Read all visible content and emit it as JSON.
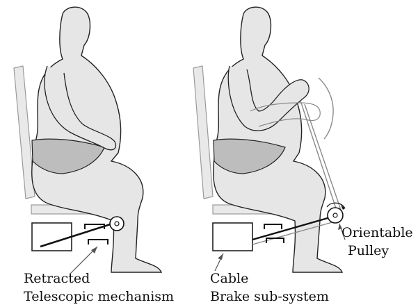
{
  "labels": {
    "retracted": "Retracted",
    "telescopic": "Telescopic mechanism",
    "cable": "Cable",
    "brake": "Brake sub-system",
    "orientable": "Orientable",
    "pulley": "Pulley"
  },
  "colors": {
    "body_fill": "#e6e6e6",
    "chair_fill": "#e9e9e9",
    "underwear_fill": "#bdbdbd",
    "outline": "#222222",
    "ghost_outline": "#8a8a8a"
  }
}
